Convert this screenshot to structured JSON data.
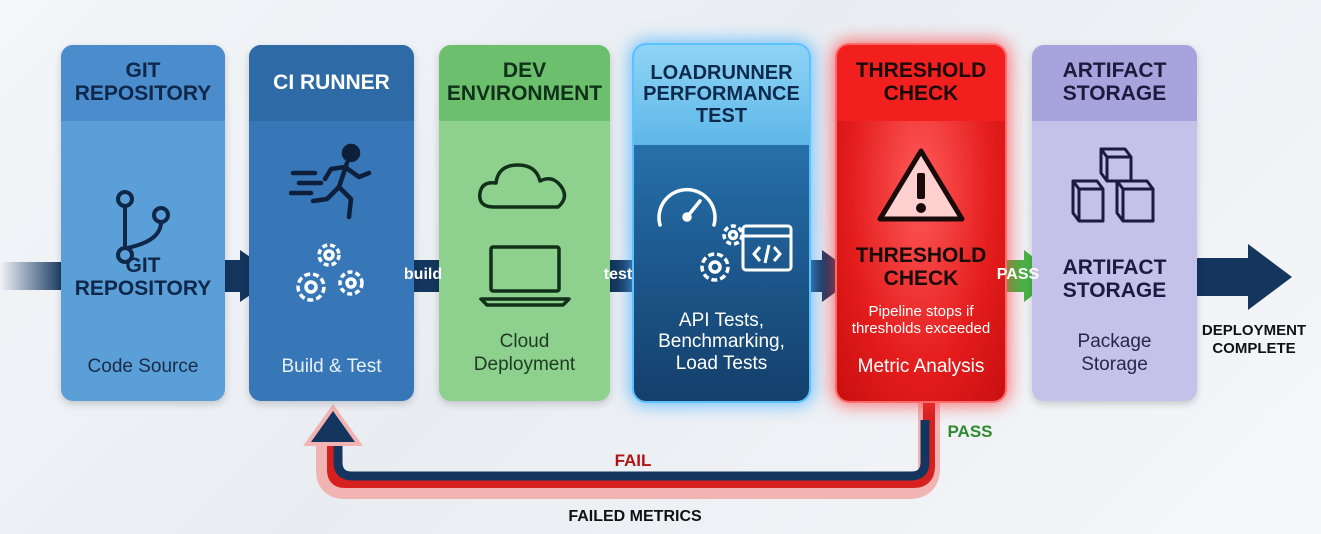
{
  "stages": [
    {
      "header": "GIT\nREPOSITORY",
      "title": "GIT\nREPOSITORY",
      "subtitle": "Code Source",
      "icon": "git-branch-icon"
    },
    {
      "header": "CI RUNNER",
      "subtitle": "Build & Test",
      "icons": [
        "running-person-icon",
        "gears-icon"
      ]
    },
    {
      "header": "DEV\nENVIRONMENT",
      "subtitle": "Cloud\nDeployment",
      "icons": [
        "cloud-icon",
        "laptop-icon"
      ]
    },
    {
      "header": "LOADRUNNER\nPERFORMANCE\nTEST",
      "subtitle": "API Tests,\nBenchmarking,\nLoad Tests",
      "icons": [
        "speedometer-icon",
        "gears-icon",
        "code-window-icon"
      ]
    },
    {
      "header": "THRESHOLD\nCHECK",
      "title": "THRESHOLD\nCHECK",
      "note": "Pipeline stops if\nthresholds exceeded",
      "subtitle": "Metric Analysis",
      "icon": "warning-icon"
    },
    {
      "header": "ARTIFACT\nSTORAGE",
      "title": "ARTIFACT\nSTORAGE",
      "subtitle": "Package\nStorage",
      "icon": "boxes-icon"
    }
  ],
  "connectors": {
    "build": "build",
    "test": "test",
    "pass_forward": "PASS"
  },
  "end_label": "DEPLOYMENT\nCOMPLETE",
  "feedback": {
    "pass": "PASS",
    "fail": "FAIL",
    "failed_metrics": "FAILED METRICS"
  },
  "colors": {
    "git": "#5b9fd9",
    "ci": "#3777b7",
    "dev": "#8ed18e",
    "loadrunner": "#1e5d93",
    "threshold": "#e41c1c",
    "artifact": "#c4c2ea",
    "navy": "#14365e",
    "pass_green": "#3fae3f",
    "fail_red": "#c21818"
  }
}
